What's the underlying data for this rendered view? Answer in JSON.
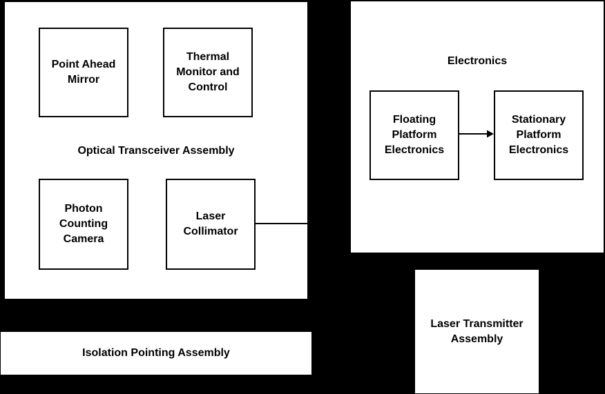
{
  "colors": {
    "background": "#000000",
    "node_fill": "#ffffff",
    "node_border": "#000000",
    "text": "#000000"
  },
  "optical_assembly": {
    "label": "Optical Transceiver Assembly",
    "nodes": {
      "point_ahead_mirror": "Point Ahead\nMirror",
      "thermal_monitor_control": "Thermal\nMonitor and\nControl",
      "photon_counting_camera": "Photon\nCounting\nCamera",
      "laser_collimator": "Laser\nCollimator"
    }
  },
  "electronics": {
    "label": "Electronics",
    "nodes": {
      "floating_platform": "Floating\nPlatform\nElectronics",
      "stationary_platform": "Stationary\nPlatform\nElectronics"
    },
    "arrow": "floating-to-stationary"
  },
  "laser_transmitter": {
    "label": "Laser Transmitter\nAssembly"
  },
  "isolation_pointing": {
    "label": "Isolation Pointing Assembly"
  }
}
